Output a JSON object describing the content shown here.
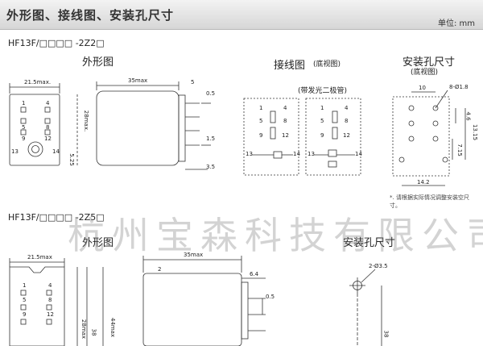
{
  "header": {
    "title": "外形图、接线图、安装孔尺寸",
    "unit": "单位: mm"
  },
  "section1": {
    "model": "HF13F/□□□□ -2Z2□",
    "outline_title": "外形图",
    "wiring_title": "接线图",
    "wiring_subtitle": "(底视图)",
    "wiring_diode": "(带发光二极管)",
    "mount_title": "安装孔尺寸",
    "mount_subtitle": "(底视图)",
    "note": "*. 请根据实际情况调整安装空尺寸。",
    "dims": {
      "width": "21.5max.",
      "length": "35max",
      "height": "28max.",
      "d5": "5",
      "d05": "0.5",
      "d15": "1.5",
      "d35": "3.5",
      "d525": "5.25",
      "d10": "10",
      "hole": "8-Ø1.8",
      "d46": "4.6",
      "d1315": "13.15",
      "d715": "7.15",
      "d142": "14.2"
    },
    "pins": [
      "1",
      "4",
      "5",
      "8",
      "9",
      "12",
      "13",
      "14"
    ]
  },
  "section2": {
    "model": "HF13F/□□□□ -2Z5□",
    "outline_title": "外形图",
    "mount_title": "安装孔尺寸",
    "dims": {
      "width": "21.5max",
      "length": "35max",
      "d2": "2",
      "d64": "6.4",
      "d05": "0.5",
      "height": "28max",
      "d38": "38",
      "d44": "44max",
      "hole": "2-Ø3.5",
      "d38b": "38"
    },
    "pins": [
      "1",
      "4",
      "5",
      "8",
      "9",
      "12"
    ]
  },
  "watermark": "杭州宝森科技有限公司"
}
